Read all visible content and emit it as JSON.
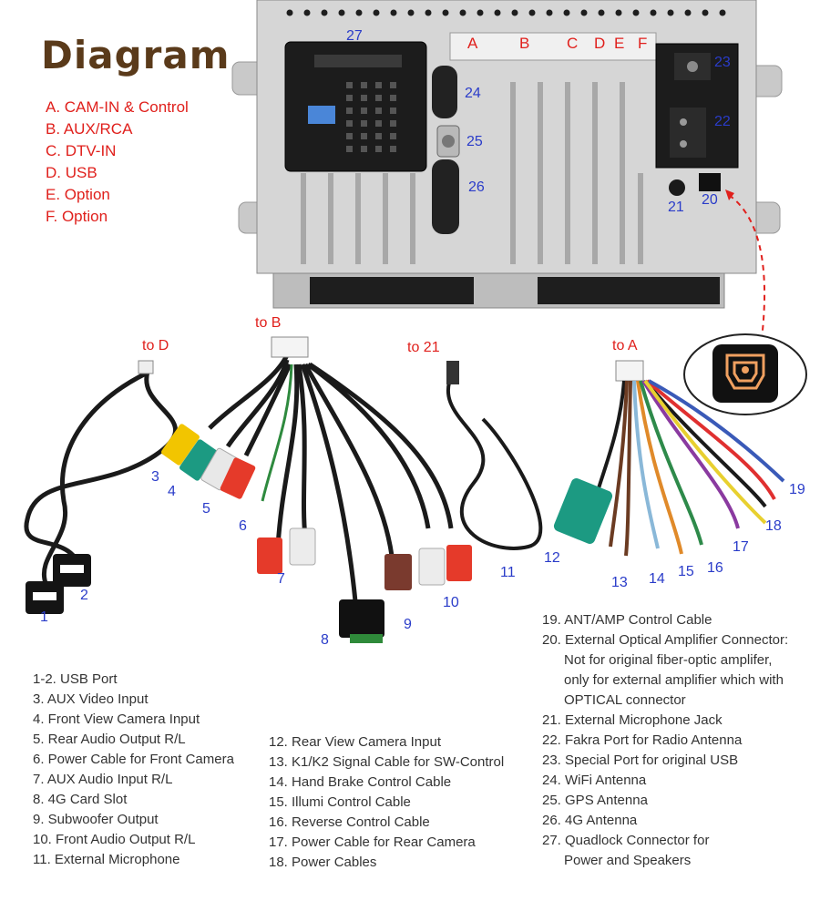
{
  "title": "Diagram",
  "connectors": [
    {
      "letter": "A",
      "label": "A. CAM-IN & Control"
    },
    {
      "letter": "B",
      "label": "B. AUX/RCA"
    },
    {
      "letter": "C",
      "label": "C. DTV-IN"
    },
    {
      "letter": "D",
      "label": "D. USB"
    },
    {
      "letter": "E",
      "label": "E. Option"
    },
    {
      "letter": "F",
      "label": "F. Option"
    }
  ],
  "unit_labels": {
    "c27": "27",
    "a": "A",
    "b": "B",
    "c": "C",
    "d": "D",
    "e": "E",
    "f": "F",
    "c23": "23",
    "c22": "22",
    "c24": "24",
    "c25": "25",
    "c26": "26",
    "c21": "21",
    "c20": "20"
  },
  "cable_targets": {
    "to_d": "to D",
    "to_b": "to B",
    "to_21": "to 21",
    "to_a": "to A"
  },
  "cable_numbers": [
    "1",
    "2",
    "3",
    "4",
    "5",
    "6",
    "7",
    "8",
    "9",
    "10",
    "11",
    "12",
    "13",
    "14",
    "15",
    "16",
    "17",
    "18",
    "19"
  ],
  "legend_col1": [
    "1-2. USB Port",
    "3. AUX Video Input",
    "4. Front View Camera Input",
    "5. Rear Audio Output R/L",
    "6. Power Cable for Front Camera",
    "7. AUX Audio Input R/L",
    "8. 4G Card Slot",
    "9. Subwoofer Output",
    "10. Front Audio Output R/L",
    "11. External Microphone"
  ],
  "legend_col2": [
    "12. Rear View Camera Input",
    "13. K1/K2 Signal Cable for SW-Control",
    "14. Hand Brake Control Cable",
    "15. Illumi Control Cable",
    "16. Reverse Control Cable",
    "17. Power Cable for Rear Camera",
    "18. Power Cables"
  ],
  "legend_col3": [
    {
      "text": "19. ANT/AMP Control Cable",
      "cont": false
    },
    {
      "text": "20. External Optical Amplifier Connector:",
      "cont": false
    },
    {
      "text": "Not for original fiber-optic amplifer,",
      "cont": true
    },
    {
      "text": "only for external amplifier which with",
      "cont": true
    },
    {
      "text": "OPTICAL connector",
      "cont": true
    },
    {
      "text": "21. External Microphone Jack",
      "cont": false
    },
    {
      "text": "22. Fakra Port for Radio Antenna",
      "cont": false
    },
    {
      "text": "23. Special Port for original USB",
      "cont": false
    },
    {
      "text": "24. WiFi Antenna",
      "cont": false
    },
    {
      "text": "25. GPS Antenna",
      "cont": false
    },
    {
      "text": "26. 4G Antenna",
      "cont": false
    },
    {
      "text": "27. Quadlock Connector for",
      "cont": false
    },
    {
      "text": "Power and Speakers",
      "cont": true
    }
  ],
  "colors": {
    "accent_red": "#e0201c",
    "number_blue": "#2a3cc9",
    "title_brown": "#5a3a1a"
  },
  "icons": [
    "optical-connector-icon"
  ]
}
